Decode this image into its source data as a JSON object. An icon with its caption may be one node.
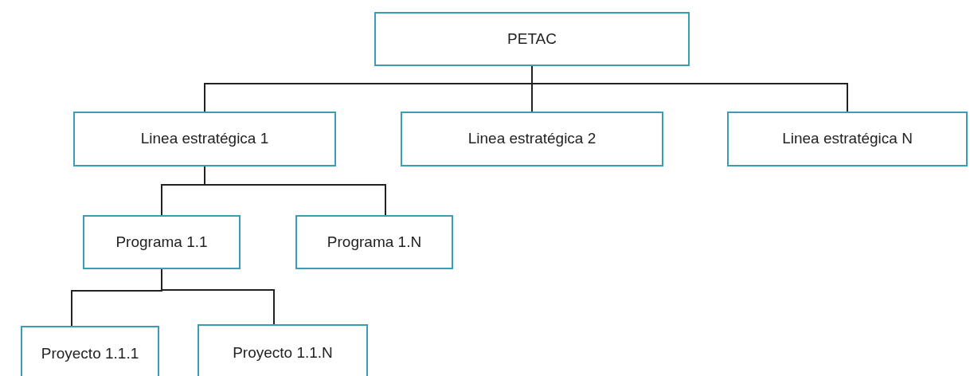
{
  "diagram": {
    "nodes": [
      {
        "text": [
          "PETAC"
        ]
      },
      {
        "text": [
          "Linea estratégica 1"
        ]
      },
      {
        "text": [
          "Linea estratégica 2"
        ]
      },
      {
        "text": [
          "Linea estratégica N"
        ]
      },
      {
        "text": [
          "Programa 1.1"
        ]
      },
      {
        "text": [
          "Programa 1.N"
        ]
      },
      {
        "text": [
          "Proyecto 1.1.1"
        ]
      },
      {
        "text": [
          "Proyecto 1.1.N"
        ]
      }
    ],
    "edges": [
      {
        "from": 0,
        "to": 1,
        "arrow": "none"
      },
      {
        "from": 0,
        "to": 2,
        "arrow": "none"
      },
      {
        "from": 0,
        "to": 3,
        "arrow": "none"
      },
      {
        "from": 1,
        "to": 4,
        "arrow": "none"
      },
      {
        "from": 1,
        "to": 5,
        "arrow": "none"
      },
      {
        "from": 4,
        "to": 6,
        "arrow": "none"
      },
      {
        "from": 4,
        "to": 7,
        "arrow": "none"
      }
    ]
  }
}
